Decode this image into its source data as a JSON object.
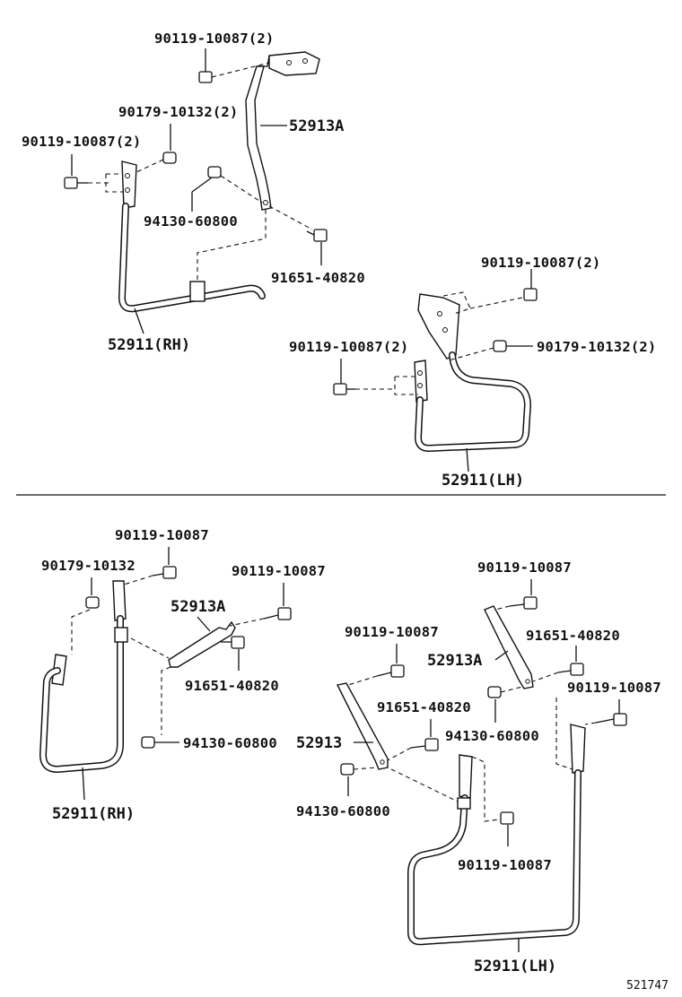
{
  "top_section": {
    "rh_assembly": {
      "bolt_upper_label": "90119-10087(2)",
      "nut_label": "90179-10132(2)",
      "bolt_left_label": "90119-10087(2)",
      "brace_label": "52913A",
      "nut_mid_label": "94130-60800",
      "bolt_mid_label": "91651-40820",
      "pipe_label": "52911(RH)"
    },
    "lh_assembly": {
      "bolt_upper_label": "90119-10087(2)",
      "bolt_left_label": "90119-10087(2)",
      "nut_label": "90179-10132(2)",
      "pipe_label": "52911(LH)"
    }
  },
  "bottom_section": {
    "rh_assembly": {
      "bolt_top_label": "90119-10087",
      "nut_label": "90179-10132",
      "bolt_right_label": "90119-10087",
      "brace_label": "52913A",
      "bolt_mid_label": "91651-40820",
      "nut_low_label": "94130-60800",
      "pipe_label": "52911(RH)"
    },
    "lh_assembly": {
      "bolt_top_label": "90119-10087",
      "bolt_left_label": "90119-10087",
      "brace_a_label": "52913A",
      "bolt_mid_a_label": "91651-40820",
      "bolt_right_label": "90119-10087",
      "bolt_mid_b_label": "91651-40820",
      "nut_mid_label": "94130-60800",
      "brace_label": "52913",
      "nut_low_label": "94130-60800",
      "bolt_low_label": "90119-10087",
      "pipe_label": "52911(LH)"
    }
  },
  "figure_code": "521747"
}
